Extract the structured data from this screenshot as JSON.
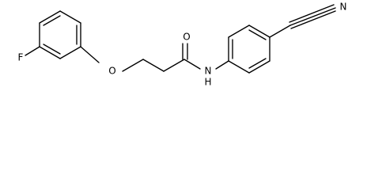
{
  "molecule": {
    "atoms": {
      "fluorine": "F",
      "ether_oxygen": "O",
      "carbonyl_oxygen": "O",
      "amide_nitrogen": "N",
      "amide_hydrogen": "H",
      "nitrile_nitrogen": "N"
    }
  }
}
